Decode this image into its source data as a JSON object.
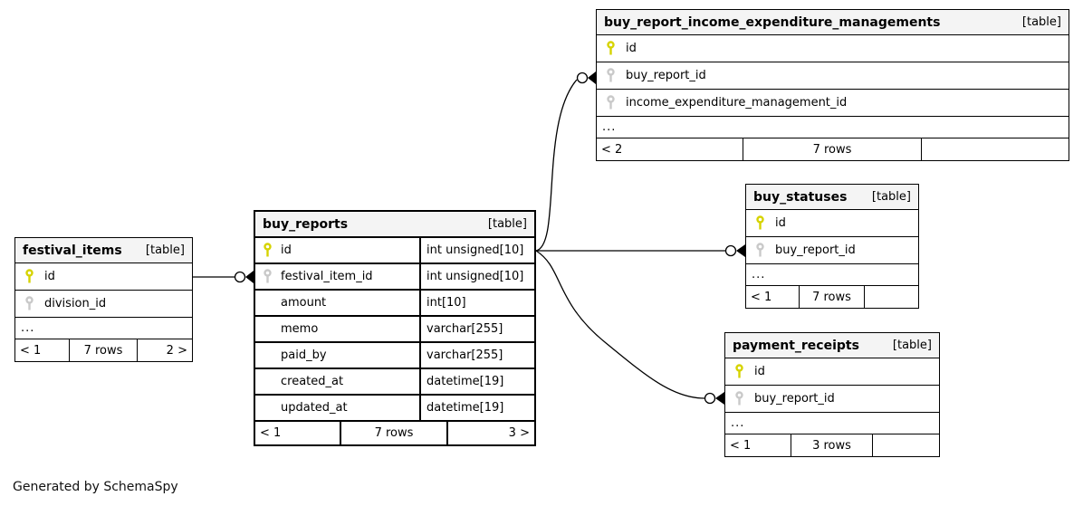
{
  "footer_note": "Generated by SchemaSpy",
  "colors": {
    "primary_key": "#d6d300",
    "foreign_key": "#c9c9c9",
    "header_bg": "#f4f4f4",
    "border": "#000000",
    "relationship_line": "#000000"
  },
  "tables": {
    "brie": {
      "name": "buy_report_income_expenditure_managements",
      "tag": "[table]",
      "columns": [
        {
          "name": "id",
          "key": "pk"
        },
        {
          "name": "buy_report_id",
          "key": "fk"
        },
        {
          "name": "income_expenditure_management_id",
          "key": "fk"
        }
      ],
      "ellipsis": "...",
      "footer": {
        "left": "< 2",
        "center": "7 rows",
        "right": ""
      }
    },
    "buy_statuses": {
      "name": "buy_statuses",
      "tag": "[table]",
      "columns": [
        {
          "name": "id",
          "key": "pk"
        },
        {
          "name": "buy_report_id",
          "key": "fk"
        }
      ],
      "ellipsis": "...",
      "footer": {
        "left": "< 1",
        "center": "7 rows",
        "right": ""
      }
    },
    "payment_receipts": {
      "name": "payment_receipts",
      "tag": "[table]",
      "columns": [
        {
          "name": "id",
          "key": "pk"
        },
        {
          "name": "buy_report_id",
          "key": "fk"
        }
      ],
      "ellipsis": "...",
      "footer": {
        "left": "< 1",
        "center": "3 rows",
        "right": ""
      }
    },
    "buy_reports": {
      "name": "buy_reports",
      "tag": "[table]",
      "columns": [
        {
          "name": "id",
          "type": "int unsigned[10]",
          "key": "pk"
        },
        {
          "name": "festival_item_id",
          "type": "int unsigned[10]",
          "key": "fk"
        },
        {
          "name": "amount",
          "type": "int[10]",
          "key": ""
        },
        {
          "name": "memo",
          "type": "varchar[255]",
          "key": ""
        },
        {
          "name": "paid_by",
          "type": "varchar[255]",
          "key": ""
        },
        {
          "name": "created_at",
          "type": "datetime[19]",
          "key": ""
        },
        {
          "name": "updated_at",
          "type": "datetime[19]",
          "key": ""
        }
      ],
      "footer": {
        "left": "< 1",
        "center": "7 rows",
        "right": "3 >"
      }
    },
    "festival_items": {
      "name": "festival_items",
      "tag": "[table]",
      "columns": [
        {
          "name": "id",
          "key": "pk"
        },
        {
          "name": "division_id",
          "key": "fk"
        }
      ],
      "ellipsis": "...",
      "footer": {
        "left": "< 1",
        "center": "7 rows",
        "right": "2 >"
      }
    }
  },
  "relationships": [
    {
      "from": "festival_items.id",
      "to": "buy_reports.festival_item_id"
    },
    {
      "from": "buy_reports.id",
      "to": "buy_report_income_expenditure_managements.buy_report_id"
    },
    {
      "from": "buy_reports.id",
      "to": "buy_statuses.buy_report_id"
    },
    {
      "from": "buy_reports.id",
      "to": "payment_receipts.buy_report_id"
    }
  ]
}
